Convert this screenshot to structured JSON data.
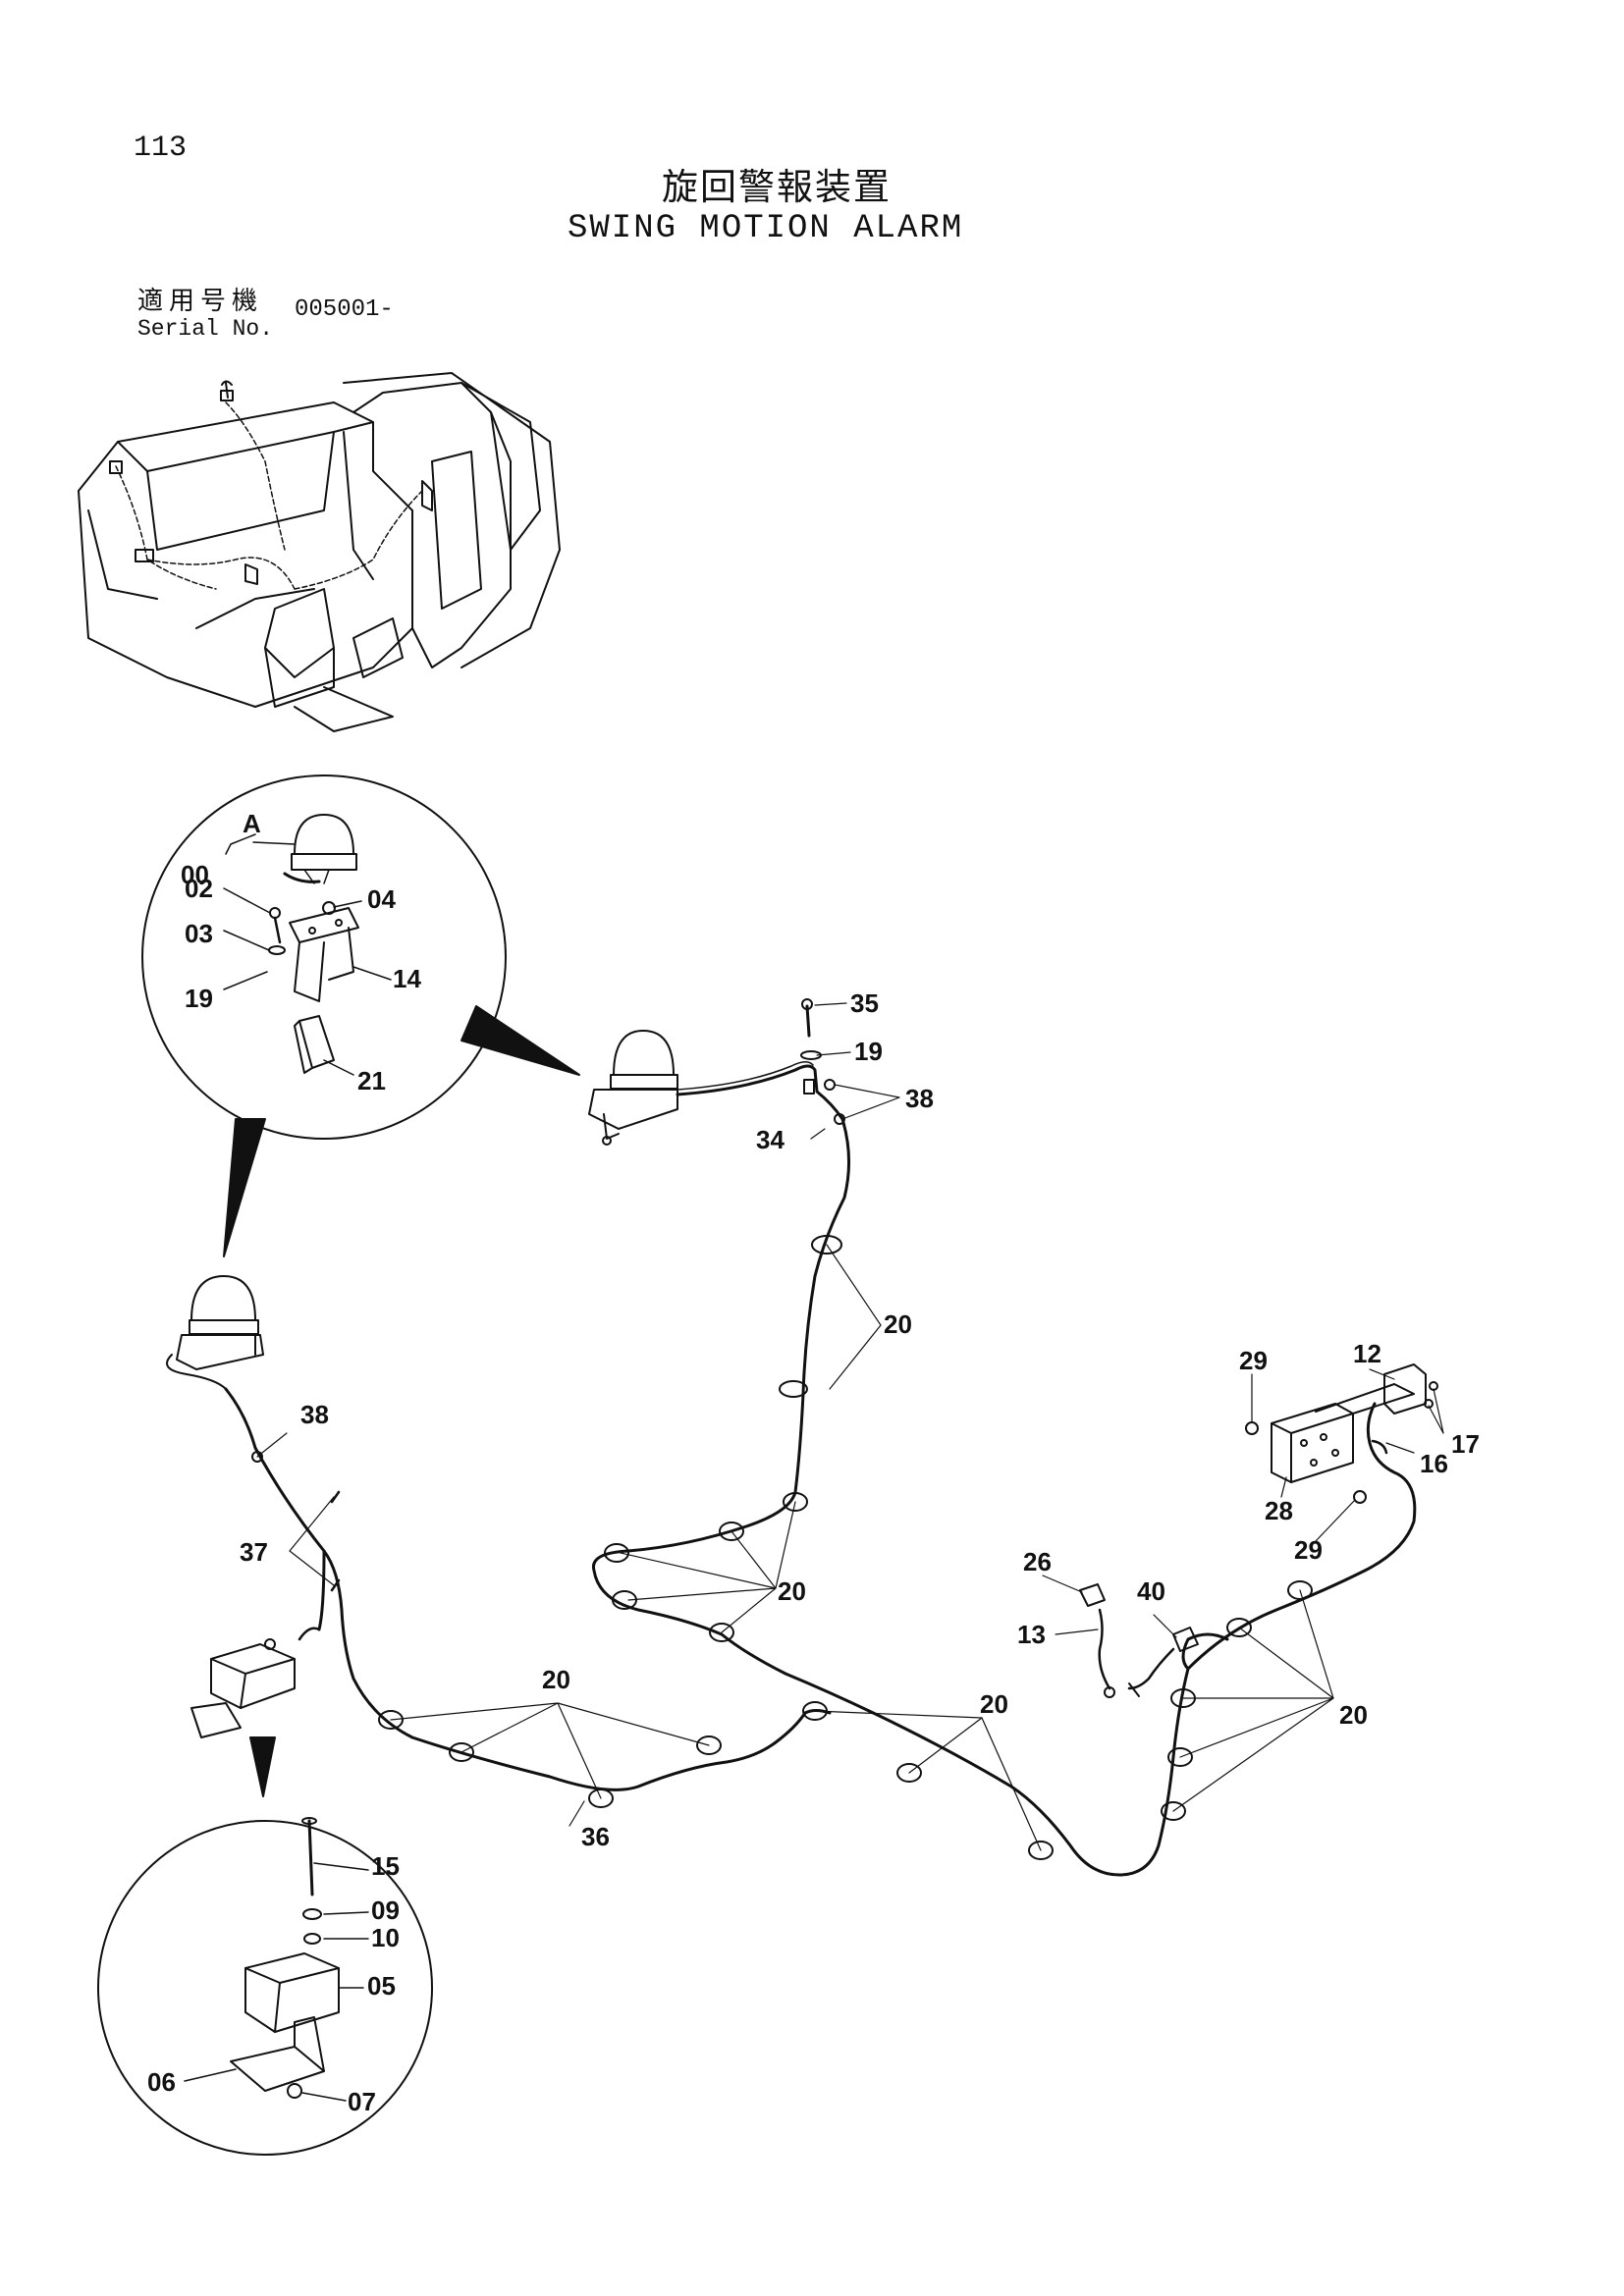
{
  "header": {
    "page_number": "113",
    "title_ja": "旋回警報装置",
    "title_en": "SWING MOTION ALARM",
    "serial_label_ja": "適用号機",
    "serial_label_en": "Serial No.",
    "serial_value": "005001-"
  },
  "detail_a": {
    "view_letter": "A",
    "callouts": [
      "00",
      "02",
      "03",
      "19",
      "04",
      "14",
      "21"
    ]
  },
  "detail_b": {
    "callouts": [
      "15",
      "09",
      "10",
      "05",
      "06",
      "07"
    ]
  },
  "main_callouts": [
    "35",
    "19",
    "38",
    "34",
    "20",
    "20",
    "29",
    "12",
    "17",
    "16",
    "28",
    "29",
    "38",
    "37",
    "26",
    "40",
    "13",
    "20",
    "20",
    "20",
    "20",
    "36"
  ],
  "colors": {
    "ink": "#111111",
    "paper": "#ffffff"
  }
}
